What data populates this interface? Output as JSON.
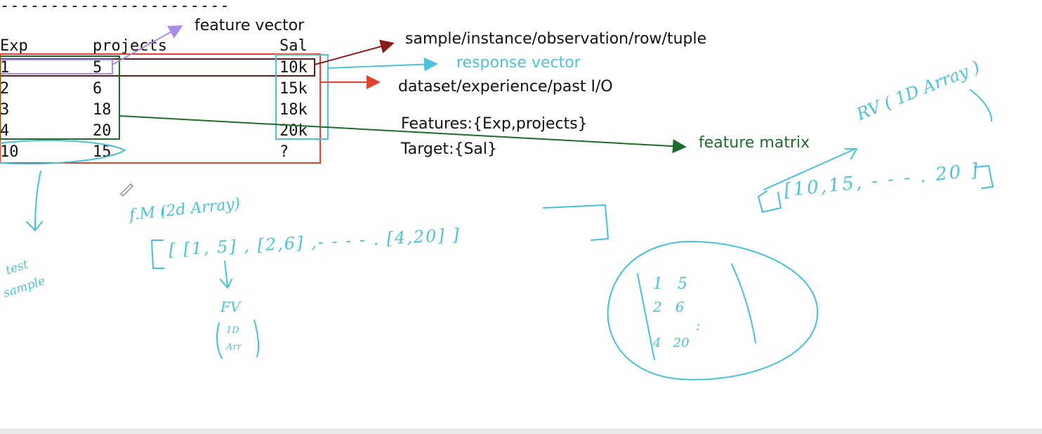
{
  "dashes": "-----------------------",
  "table": {
    "headers": [
      "Exp",
      "projects",
      "Sal"
    ],
    "rows": [
      [
        "1",
        "5",
        "10k"
      ],
      [
        "2",
        "6",
        "15k"
      ],
      [
        "3",
        "18",
        "18k"
      ],
      [
        "4",
        "20",
        "20k"
      ],
      [
        "10",
        "15",
        "?"
      ]
    ]
  },
  "labels": {
    "feature_vector": "feature vector",
    "sample": "sample/instance/observation/row/tuple",
    "response_vector": "response vector",
    "dataset": "dataset/experience/past I/O",
    "features": "Features:{Exp,projects}",
    "target": "Target:{Sal}",
    "feature_matrix": "feature matrix"
  },
  "colors": {
    "feature_vector": "#a98be8",
    "sample": "#8b1c1c",
    "response_vector": "#4cc3d6",
    "dataset": "#e0452b",
    "feature_matrix": "#1e6b2c",
    "annotations": "#47c1d6"
  },
  "handwriting": {
    "test_sample": [
      "test",
      "sample"
    ],
    "fm_note": "f.M (2d Array)",
    "fm_list": "[ [1, 5] , [2,6] ,- - - - . [4,20] ]",
    "fv_note": "FV",
    "fv_sub": [
      "1D",
      "Arr"
    ],
    "rv_note": "RV ( 1D Array )",
    "rv_list": "[10,15, - - - . 20 ]",
    "matrix": [
      "1   5",
      "2   6",
      "  :",
      "4   20"
    ]
  }
}
